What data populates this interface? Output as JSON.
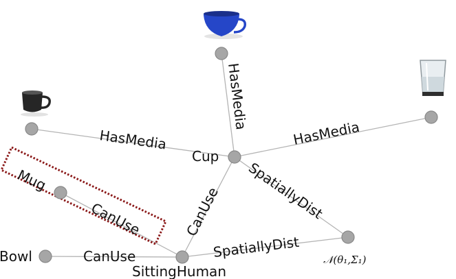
{
  "nodes": {
    "cup": "Cup",
    "mug": "Mug",
    "bowl": "Bowl",
    "sitting_human": "SittingHuman",
    "distribution": "𝒩(θ₁,Σ₁)"
  },
  "edges": {
    "cup_blue_media": "HasMedia",
    "cup_black_media": "HasMedia",
    "cup_glass_media": "HasMedia",
    "cup_spatially_dist": "SpatiallyDist",
    "cup_can_use": "CanUse",
    "mug_can_use": "CanUse",
    "bowl_can_use": "CanUse",
    "human_spatially_dist": "SpatiallyDist"
  },
  "media": [
    "blue-cup",
    "black-mug",
    "water-glass"
  ],
  "colors": {
    "edge": "#b4b4b4",
    "node": "#a6a6a6",
    "highlight_box": "#8b1a1a",
    "blue_cup": "#2546c8"
  }
}
